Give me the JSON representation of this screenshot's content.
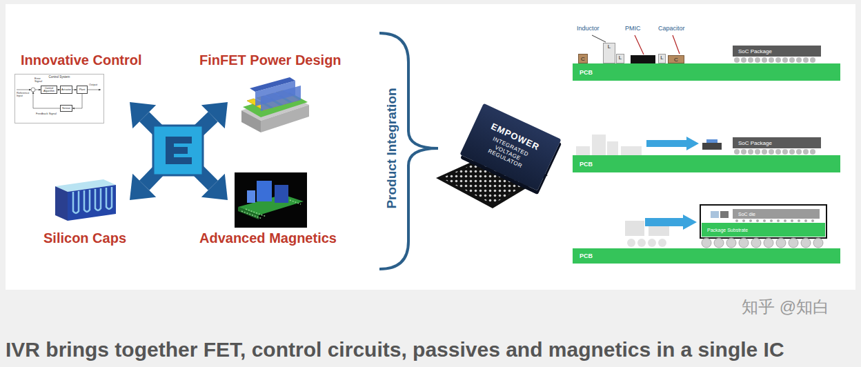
{
  "diagram": {
    "caption": "IVR brings together FET, control circuits, passives and magnetics in a single IC",
    "nodes": [
      {
        "text": [
          "Control System"
        ]
      },
      {
        "text": [
          "Control Algorithm"
        ],
        "in": 0
      },
      {
        "text": [
          "Actuator"
        ],
        "in": 0
      },
      {
        "text": [
          "Plant"
        ],
        "in": 0
      },
      {
        "text": [
          "Sensor"
        ],
        "in": 0
      },
      {
        "text": [
          "EMPOWER",
          "INTEGRATED VOLTAGE REGULATOR"
        ]
      },
      {
        "text": [
          "C"
        ]
      },
      {
        "text": [
          "L"
        ]
      },
      {
        "text": [
          "L"
        ]
      },
      {
        "text": [
          "L"
        ]
      },
      {
        "text": [
          "C"
        ]
      },
      {
        "text": [
          "SoC Package"
        ]
      },
      {
        "text": [
          "PCB"
        ]
      },
      {
        "text": [
          "SoC Package"
        ]
      },
      {
        "text": [
          "PCB"
        ]
      },
      {
        "text": [
          "SoC die"
        ]
      },
      {
        "text": [
          "Package Substrate"
        ]
      },
      {
        "text": [
          "PCB"
        ]
      }
    ],
    "edges": [
      {
        "from": 1,
        "to": 2,
        "arrow": "to"
      },
      {
        "from": 2,
        "to": 3,
        "arrow": "to"
      },
      {
        "from": 3,
        "to": 4,
        "arrow": "to"
      }
    ],
    "labels": [
      "Reference Input",
      "Error Signal",
      "Output",
      "Feedback Signal",
      "Innovative Control",
      "FinFET Power Design",
      "Silicon Caps",
      "Advanced Magnetics",
      "Product Integration",
      "Inductor",
      "PMIC",
      "Capacitor",
      "知乎 @知白"
    ]
  }
}
